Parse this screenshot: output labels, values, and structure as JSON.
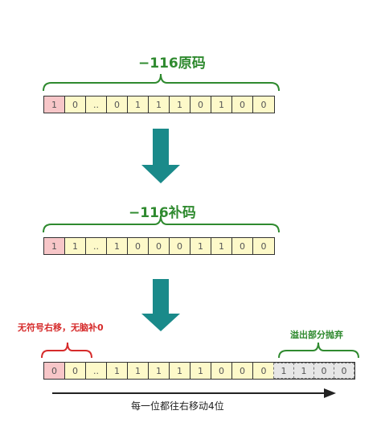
{
  "rows": [
    {
      "title": "−116原码",
      "cells": [
        "1",
        "0",
        "..",
        "0",
        "1",
        "1",
        "1",
        "0",
        "1",
        "0",
        "0"
      ]
    },
    {
      "title": "−116补码",
      "cells": [
        "1",
        "1",
        "..",
        "1",
        "0",
        "0",
        "0",
        "1",
        "1",
        "0",
        "0"
      ]
    },
    {
      "cells": [
        "0",
        "0",
        "..",
        "1",
        "1",
        "1",
        "1",
        "1",
        "0",
        "0",
        "0"
      ],
      "discarded": [
        "1",
        "1",
        "0",
        "0"
      ]
    }
  ],
  "annotations": {
    "left_label": "无符号右移，无脑补0",
    "right_label": "溢出部分抛弃",
    "shift_caption": "每一位都往右移动4位"
  },
  "colors": {
    "green": "#2f8a2f",
    "red": "#d62b2b",
    "teal": "#1a8a8a",
    "cell_fill": "#fdf9c9",
    "sign_fill": "#f7c6c8",
    "discard_fill": "#e6e6e6"
  }
}
